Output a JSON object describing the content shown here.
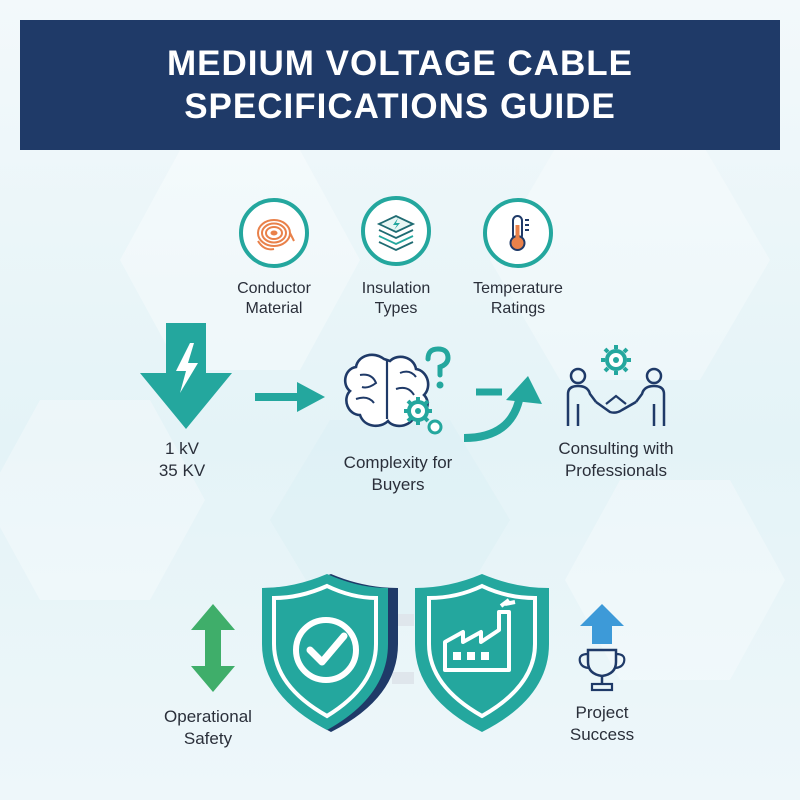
{
  "title": {
    "line1": "MEDIUM VOLTAGE CABLE",
    "line2": "SPECIFICATIONS GUIDE"
  },
  "top_items": [
    {
      "icon": "cable-coil-icon",
      "line1": "Conductor",
      "line2": "Material"
    },
    {
      "icon": "insulation-layers-icon",
      "line1": "Insulation",
      "line2": "Types"
    },
    {
      "icon": "thermometer-icon",
      "line1": "Temperature",
      "line2": "Ratings"
    }
  ],
  "voltage": {
    "icon": "voltage-down-arrow-icon",
    "line1": "1 kV",
    "line2": "35 KV"
  },
  "complexity": {
    "icon": "brain-gears-question-icon",
    "line1": "Complexity for",
    "line2": "Buyers"
  },
  "consulting": {
    "icon": "handshake-people-gear-icon",
    "line1": "Consulting with",
    "line2": "Professionals"
  },
  "safety": {
    "icon": "up-down-arrow-icon",
    "line1": "Operational",
    "line2": "Safety"
  },
  "success": {
    "icon": "trophy-up-arrow-icon",
    "line1": "Project",
    "line2": "Success"
  },
  "shields": [
    {
      "icon": "checkmark-shield-icon"
    },
    {
      "icon": "factory-shield-icon"
    }
  ],
  "colors": {
    "navy": "#1f3a68",
    "teal": "#24a79e",
    "orange": "#e9814a",
    "green": "#3fae6a",
    "blue": "#3d9ad8"
  }
}
